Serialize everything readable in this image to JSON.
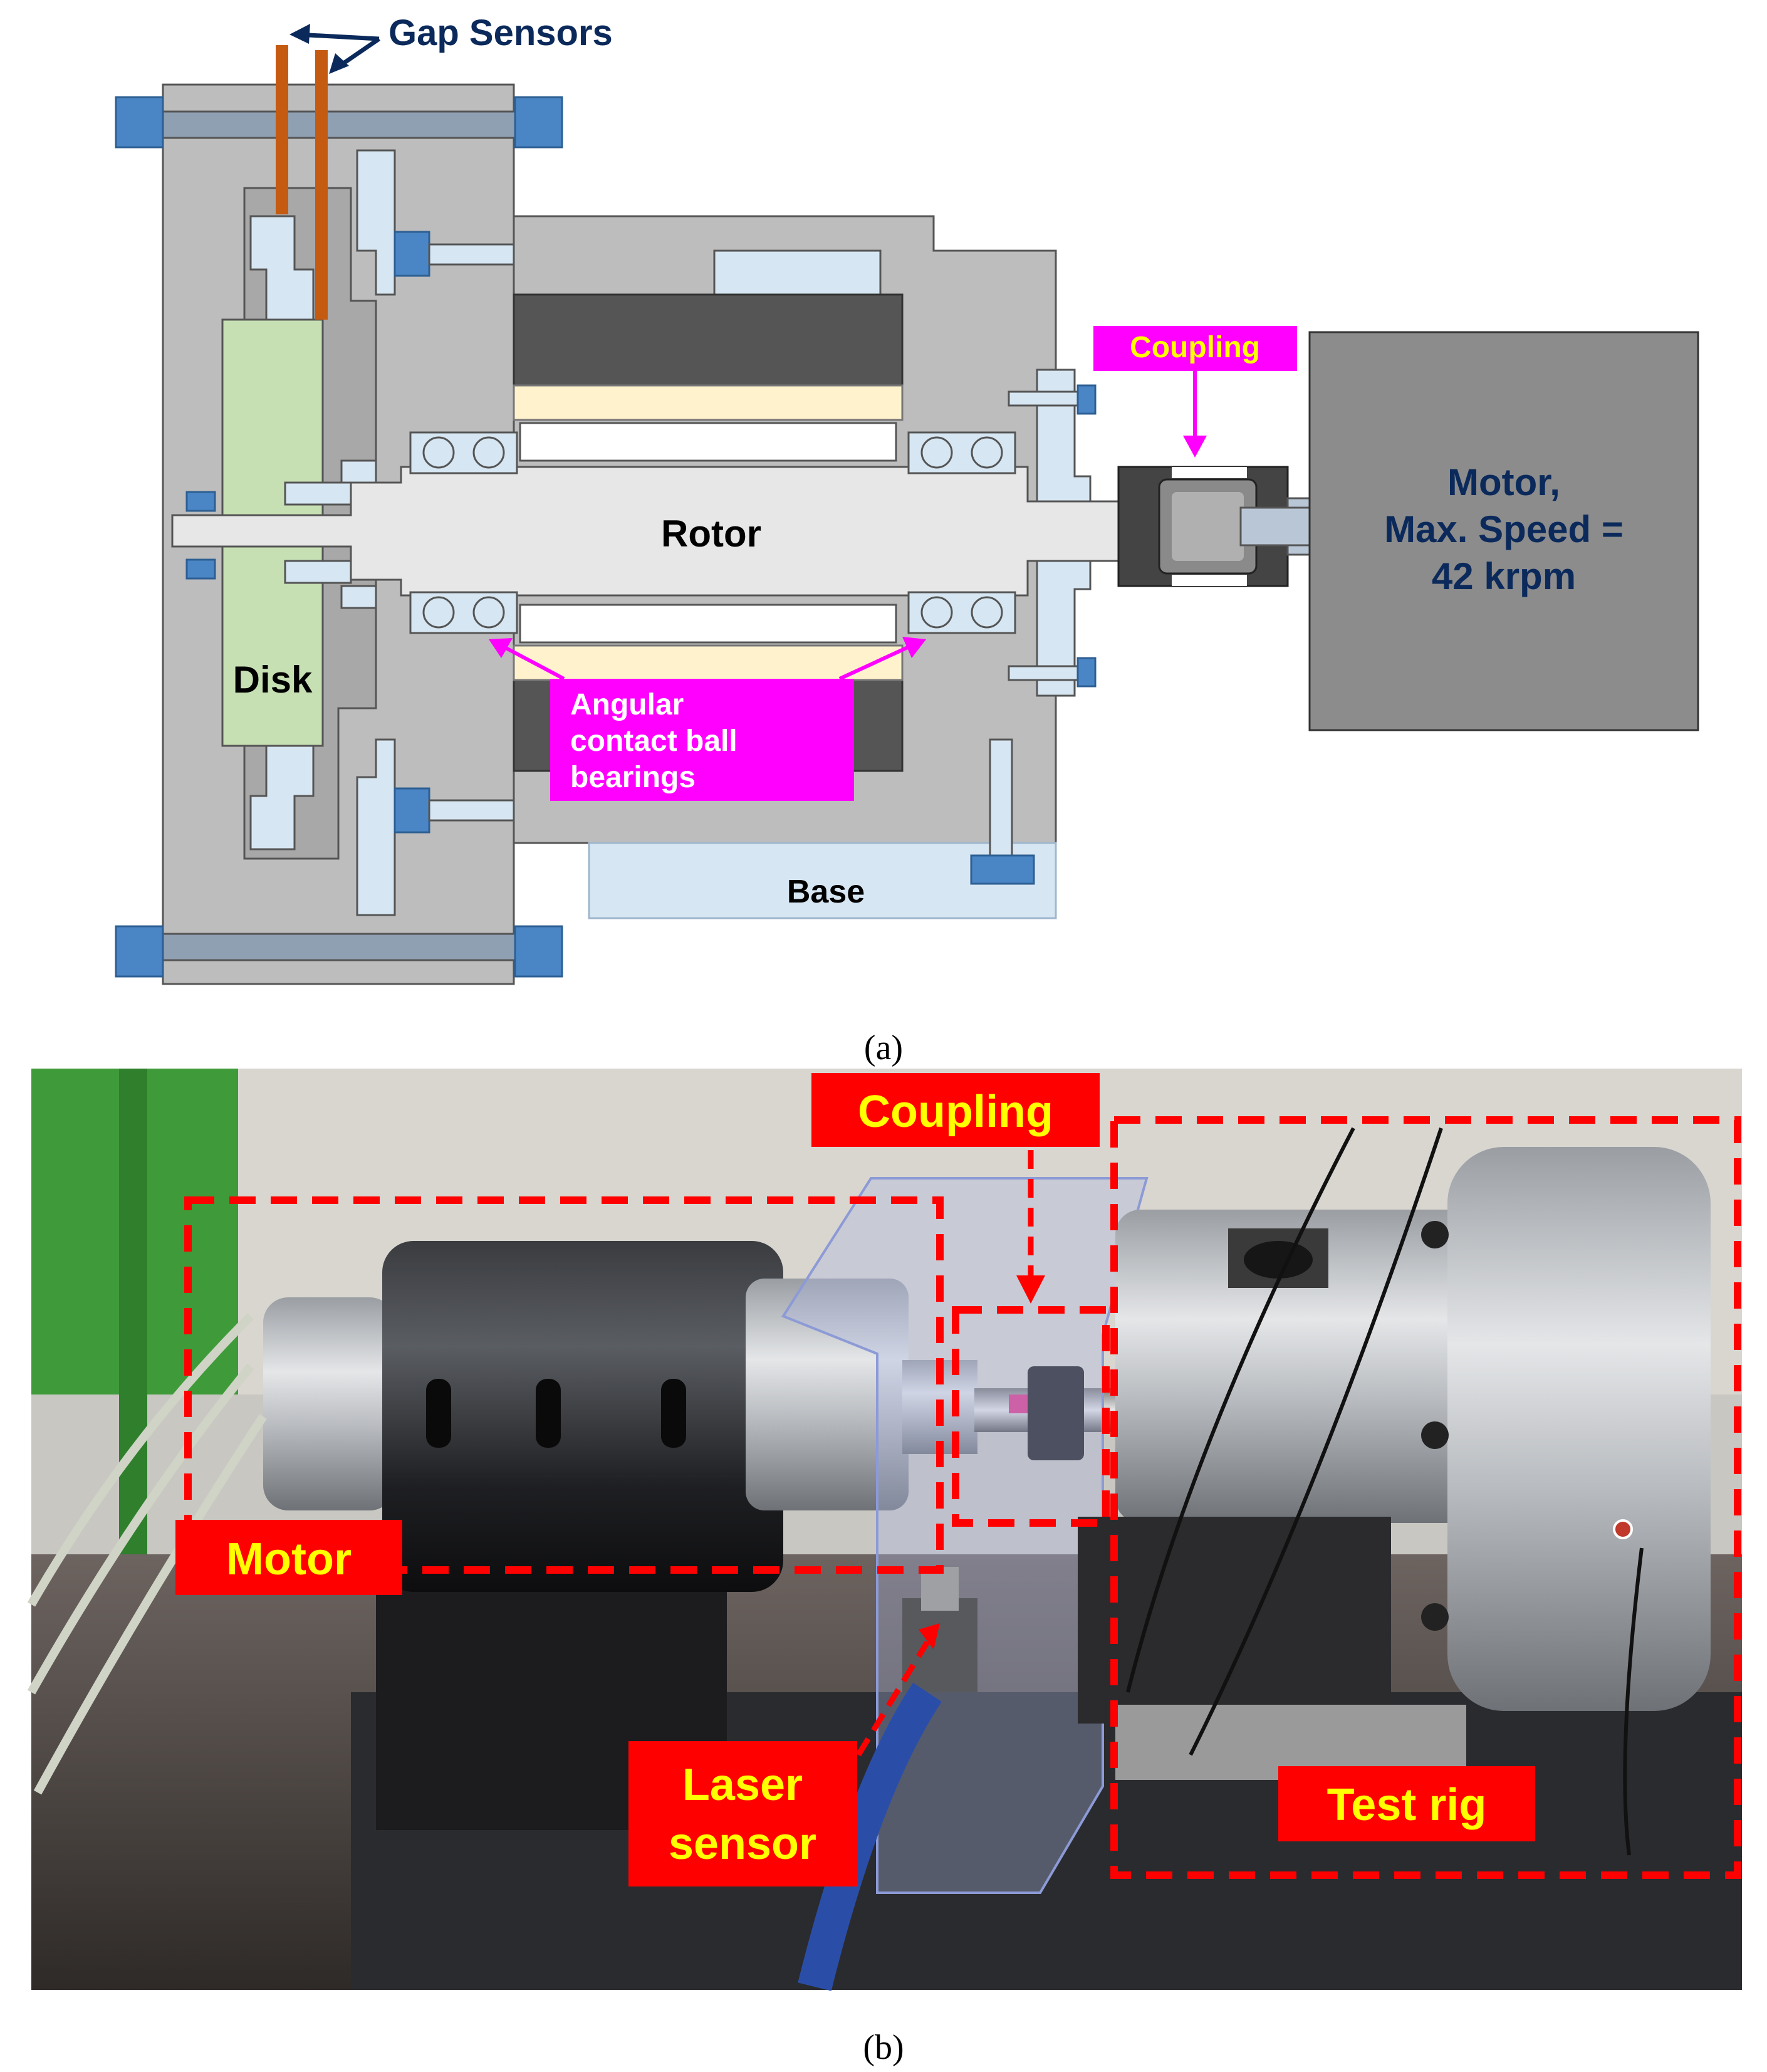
{
  "diagram": {
    "gap_sensors_label": "Gap Sensors",
    "coupling_label": "Coupling",
    "rotor_label": "Rotor",
    "motor_label_lines": [
      "Motor,",
      "Max. Speed =",
      "42 krpm"
    ],
    "disk_label": "Disk",
    "bearings_label_lines": [
      "Angular",
      "contact ball",
      "bearings"
    ],
    "base_label": "Base",
    "caption": "(a)"
  },
  "photo": {
    "labels": {
      "coupling": "Coupling",
      "motor": "Motor",
      "laser_sensor_lines": [
        "Laser",
        "sensor"
      ],
      "test_rig": "Test rig"
    },
    "caption": "(b)"
  },
  "colors": {
    "housing_gray": "#bdbdbd",
    "dark_gray": "#555555",
    "disk_green": "#c6e0b4",
    "bolt_blue": "#4a86c5",
    "light_blue": "#d6e6f2",
    "sensor_orange": "#c55a11",
    "annotation_magenta": "#ff00ff",
    "annotation_yellow": "#ffff00",
    "photo_label_red": "#ff0000",
    "navy_text": "#0b2a5b"
  }
}
